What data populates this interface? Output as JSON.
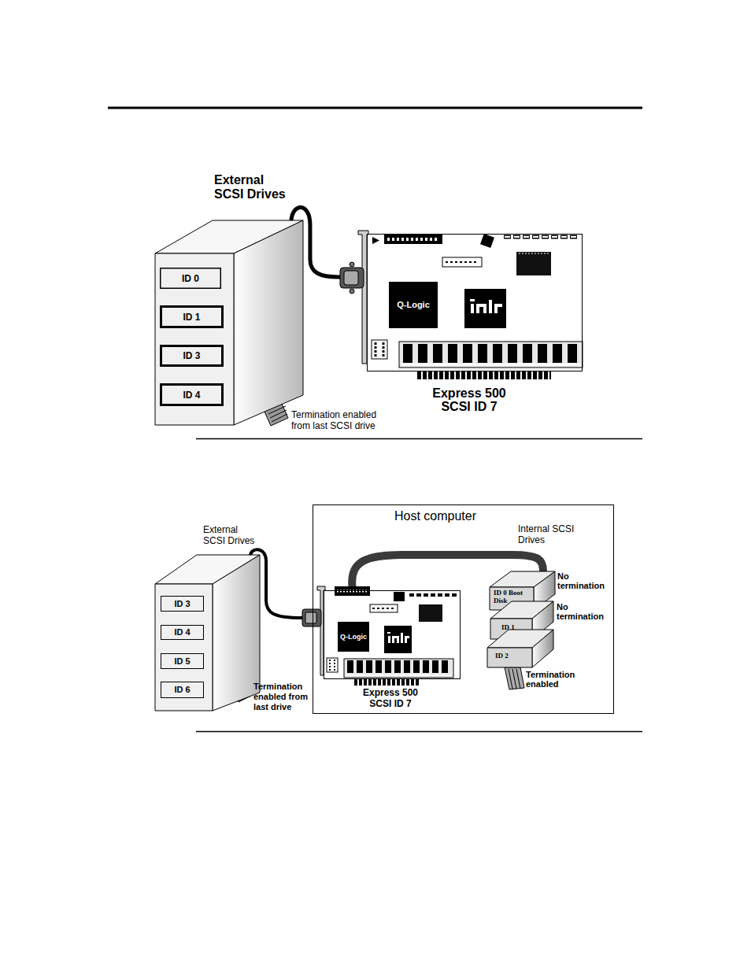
{
  "diagram": {
    "nodes": [
      {
        "text": [
          "External SCSI Drives"
        ]
      },
      {
        "text": [
          "ID 0"
        ],
        "in": 0
      },
      {
        "text": [
          "ID 1"
        ],
        "in": 0
      },
      {
        "text": [
          "ID 3"
        ],
        "in": 0
      },
      {
        "text": [
          "ID 4"
        ],
        "in": 0
      },
      {
        "text": [
          "Express 500 SCSI ID 7"
        ]
      },
      {
        "text": [
          "Q-Logic"
        ],
        "in": 5
      },
      {
        "text": [
          "Host computer"
        ]
      },
      {
        "text": [
          "External SCSI Drives"
        ]
      },
      {
        "text": [
          "ID 3"
        ],
        "in": 8
      },
      {
        "text": [
          "ID 4"
        ],
        "in": 8
      },
      {
        "text": [
          "ID 5"
        ],
        "in": 8
      },
      {
        "text": [
          "ID 6"
        ],
        "in": 8
      },
      {
        "text": [
          "Express 500 SCSI ID 7"
        ],
        "in": 7
      },
      {
        "text": [
          "Q-Logic"
        ],
        "in": 13
      },
      {
        "text": [
          "ID 0 Boot Disk"
        ],
        "in": 7
      },
      {
        "text": [
          "ID 1"
        ],
        "in": 7
      },
      {
        "text": [
          "ID 2"
        ],
        "in": 7
      }
    ],
    "edges": [
      {
        "from": 0,
        "to": 5,
        "arrow": "none"
      },
      {
        "from": 8,
        "to": 13,
        "arrow": "none"
      },
      {
        "from": 13,
        "to": 15,
        "arrow": "none"
      }
    ],
    "labels": [
      "Termination enabled from last SCSI drive",
      "Termination enabled from last drive",
      "Internal SCSI Drives",
      "No termination",
      "No termination",
      "Termination enabled"
    ]
  }
}
